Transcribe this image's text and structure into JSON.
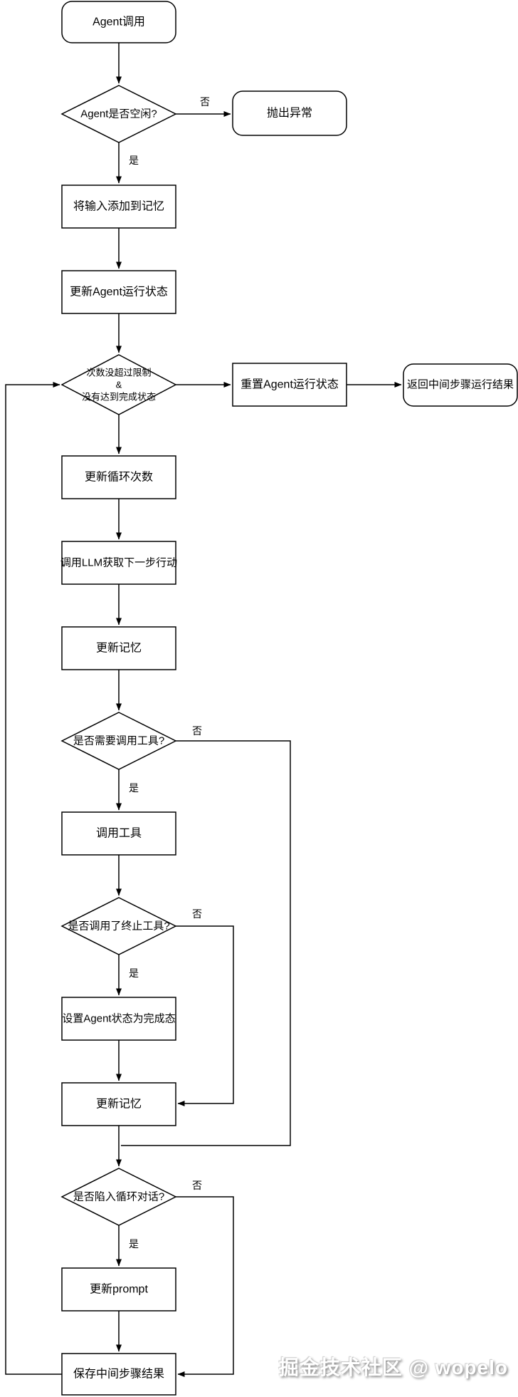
{
  "diagram": {
    "type": "flowchart",
    "nodes": {
      "start": {
        "label": "Agent调用",
        "shape": "rounded"
      },
      "d_idle": {
        "label": "Agent是否空闲?",
        "shape": "diamond"
      },
      "throw_exception": {
        "label": "抛出异常",
        "shape": "rounded"
      },
      "add_input_memory": {
        "label": "将输入添加到记忆",
        "shape": "rect"
      },
      "update_agent_state": {
        "label": "更新Agent运行状态",
        "shape": "rect"
      },
      "d_loop_condition": {
        "lines": [
          "次数没超过限制",
          "&",
          "没有达到完成状态"
        ],
        "shape": "diamond"
      },
      "reset_agent_state": {
        "label": "重置Agent运行状态",
        "shape": "rect"
      },
      "return_intermediate": {
        "label": "返回中间步骤运行结果",
        "shape": "rounded"
      },
      "update_loop_count": {
        "label": "更新循环次数",
        "shape": "rect"
      },
      "call_llm": {
        "label": "调用LLM获取下一步行动",
        "shape": "rect"
      },
      "update_memory_1": {
        "label": "更新记忆",
        "shape": "rect"
      },
      "d_need_tool": {
        "label": "是否需要调用工具?",
        "shape": "diamond"
      },
      "call_tool": {
        "label": "调用工具",
        "shape": "rect"
      },
      "d_terminate_tool": {
        "label": "是否调用了终止工具?",
        "shape": "diamond"
      },
      "set_agent_finished": {
        "label": "设置Agent状态为完成态",
        "shape": "rect"
      },
      "update_memory_2": {
        "label": "更新记忆",
        "shape": "rect"
      },
      "d_loop_dialog": {
        "label": "是否陷入循环对话?",
        "shape": "diamond"
      },
      "update_prompt": {
        "label": "更新prompt",
        "shape": "rect"
      },
      "save_intermediate": {
        "label": "保存中间步骤结果",
        "shape": "rect"
      }
    },
    "edge_labels": {
      "yes": "是",
      "no": "否"
    },
    "watermark": "掘金技术社区 @ wopelo",
    "colors": {
      "stroke": "#000000",
      "node_fill": "#ffffff",
      "background": "#ffffff",
      "watermark_text": "#ffffff",
      "watermark_shadow": "#8a8a8a"
    }
  }
}
